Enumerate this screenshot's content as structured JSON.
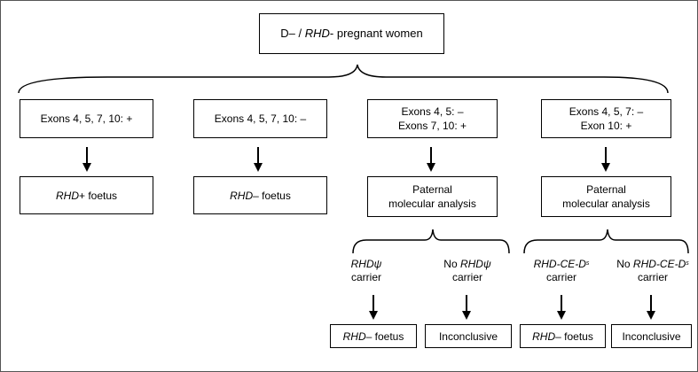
{
  "title": {
    "prefix": "D– / ",
    "gene": "RHD",
    "suffix": "- pregnant women"
  },
  "columns": [
    {
      "condition": [
        "Exons 4, 5, 7, 10: +"
      ],
      "result": {
        "gene": "RHD",
        "text": "+ foetus"
      }
    },
    {
      "condition": [
        "Exons 4, 5, 7, 10: –"
      ],
      "result": {
        "gene": "RHD",
        "text": "– foetus"
      }
    },
    {
      "condition": [
        "Exons 4, 5: –",
        "Exons 7, 10: +"
      ],
      "result_lines": [
        "Paternal",
        "molecular analysis"
      ],
      "branches": [
        {
          "line1_prefix": "",
          "line1_gene": "RHDψ",
          "line1_sup": "",
          "line2": "carrier",
          "outcome_gene": "RHD",
          "outcome_text": "– foetus"
        },
        {
          "line1_prefix": "No ",
          "line1_gene": "RHDψ",
          "line1_sup": "",
          "line2": "carrier",
          "outcome_gene": "",
          "outcome_text": "Inconclusive"
        }
      ]
    },
    {
      "condition": [
        "Exons 4, 5, 7: –",
        "Exon 10: +"
      ],
      "result_lines": [
        "Paternal",
        "molecular analysis"
      ],
      "branches": [
        {
          "line1_prefix": "",
          "line1_gene": "RHD-CE-D",
          "line1_sup": "s",
          "line2": "carrier",
          "outcome_gene": "RHD",
          "outcome_text": "– foetus"
        },
        {
          "line1_prefix": "No ",
          "line1_gene": "RHD-CE-D",
          "line1_sup": "s",
          "line2": "carrier",
          "outcome_gene": "",
          "outcome_text": "Inconclusive"
        }
      ]
    }
  ]
}
